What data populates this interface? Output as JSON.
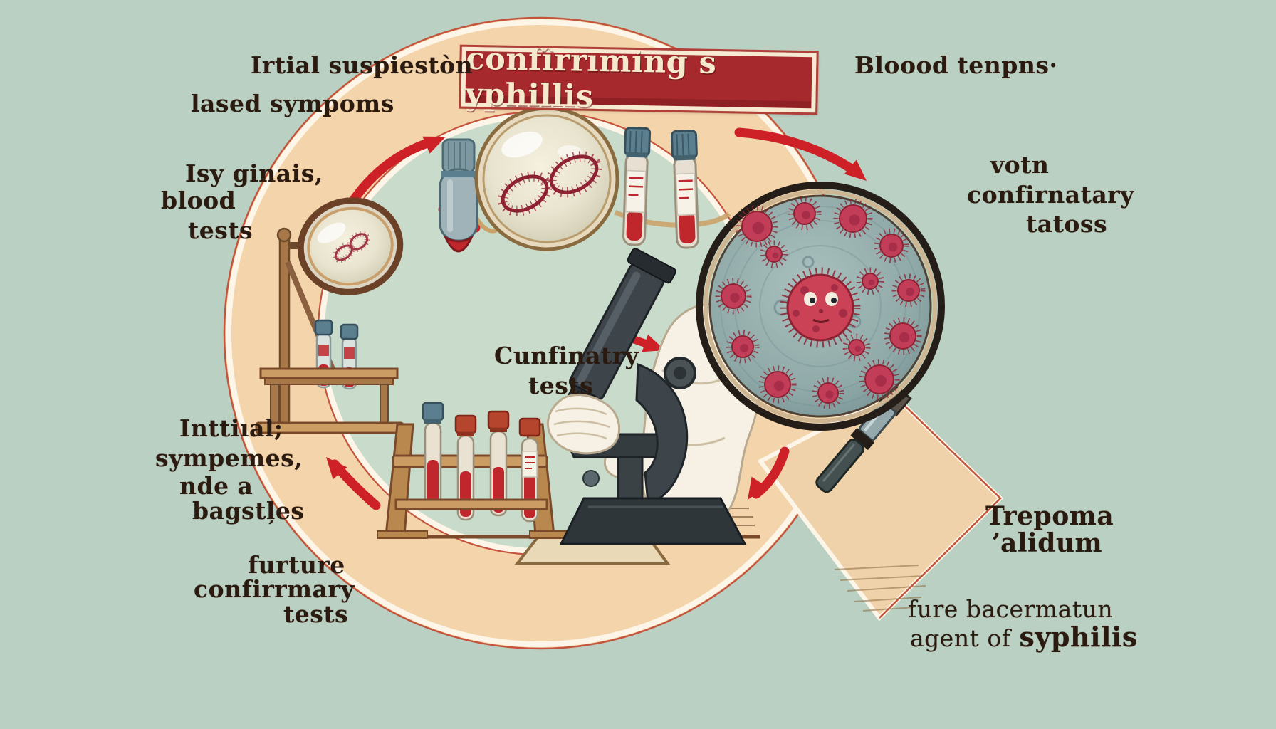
{
  "title": "confîrrıming s yphillis",
  "labels": {
    "initial_suspicion": "Irtial suspiestòn",
    "based_symptoms": "lased sympoms",
    "blood_tests_top": "Bloood tenpns·",
    "left_tests": [
      "Isy ginais,",
      "blood",
      "tests"
    ],
    "right_confirmatory": [
      "votn",
      "confirnatary",
      "tatoss"
    ],
    "center_confirmatory": [
      "Cunfinatry",
      "tests"
    ],
    "initial_symptoms": [
      "Inttiıal;",
      "sympemes,",
      "nde a",
      "bagstļes"
    ],
    "future_confirmatory": [
      "furture",
      "confirrmary",
      "tests"
    ],
    "treponema": [
      "Trepoma",
      "ʼalidum"
    ],
    "causative_agent": {
      "line1": "fure bacermatun",
      "line2_regular": "agent of",
      "line2_bold": "syphilis"
    }
  },
  "palette": {
    "background_green": "#b9d0c2",
    "inner_circle_green": "#c9dbcb",
    "ring_peach": "#f3d4ab",
    "banner_red": "#a5292d",
    "banner_cream_border": "#f6ead3",
    "arrow_red": "#ce2127",
    "text_brown": "#2b1a0f",
    "blood_red": "#c0272d",
    "cap_blue": "#5b7f8e",
    "wood_tan": "#cb9d64",
    "microscope_gray": "#3e454a",
    "lens_teal": "#8fa9a8",
    "cell_crimson": "#c23e58"
  },
  "scene": {
    "elements": [
      "cycle-ring",
      "title-banner",
      "magnifier-on-stand",
      "sample-collection-tube",
      "petri-dish-with-spirochete",
      "blood-test-tubes",
      "microscope-with-hand",
      "test-tube-rack",
      "treponema-magnifier-with-cells",
      "work-bench",
      "cycle-arrows"
    ]
  }
}
